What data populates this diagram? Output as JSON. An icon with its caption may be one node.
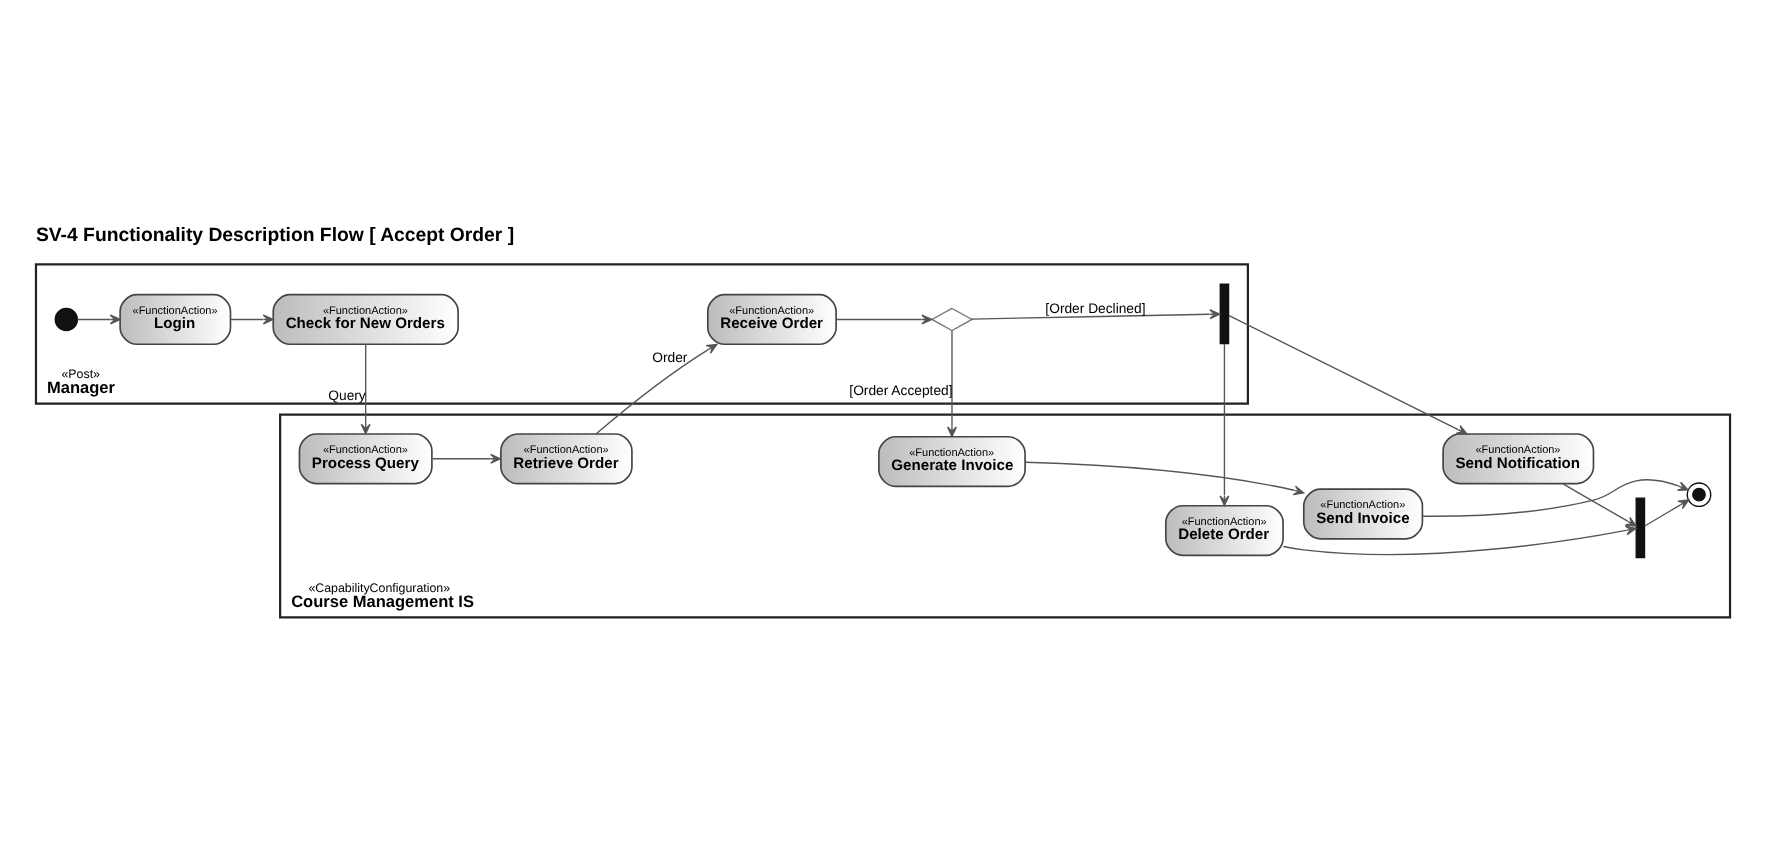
{
  "diagram": {
    "title": "SV-4 Functionality Description Flow [ Accept Order ]",
    "nodes": [
      {
        "text": [
          "«Post»",
          "Manager"
        ]
      },
      {
        "text": [],
        "shape": "circle",
        "in": 0
      },
      {
        "text": [
          "«FunctionAction»",
          "Login"
        ],
        "in": 0
      },
      {
        "text": [
          "«FunctionAction»",
          "Check for New Orders"
        ],
        "in": 0
      },
      {
        "text": [
          "«FunctionAction»",
          "Receive Order"
        ],
        "in": 0
      },
      {
        "text": [],
        "shape": "diamond",
        "in": 0
      },
      {
        "text": [],
        "shape": "bar",
        "in": 0
      },
      {
        "text": [
          "«CapabilityConfiguration»",
          "Course Management IS"
        ]
      },
      {
        "text": [
          "«FunctionAction»",
          "Process Query"
        ],
        "in": 7
      },
      {
        "text": [
          "«FunctionAction»",
          "Retrieve Order"
        ],
        "in": 7
      },
      {
        "text": [
          "«FunctionAction»",
          "Generate Invoice"
        ],
        "in": 7
      },
      {
        "text": [
          "«FunctionAction»",
          "Delete Order"
        ],
        "in": 7
      },
      {
        "text": [
          "«FunctionAction»",
          "Send Notification"
        ],
        "in": 7
      },
      {
        "text": [],
        "shape": "bar",
        "in": 7
      },
      {
        "text": [
          "«FunctionAction»",
          "Send Invoice"
        ],
        "in": 7
      },
      {
        "text": [],
        "shape": "circle",
        "in": 7
      }
    ],
    "edges": [
      {
        "from": 1,
        "to": 2,
        "arrow": "to"
      },
      {
        "from": 2,
        "to": 3,
        "arrow": "to"
      },
      {
        "from": 3,
        "to": 8,
        "arrow": "to",
        "label": "Query"
      },
      {
        "from": 8,
        "to": 9,
        "arrow": "to"
      },
      {
        "from": 9,
        "to": 4,
        "arrow": "to",
        "label": "Order"
      },
      {
        "from": 4,
        "to": 5,
        "arrow": "to"
      },
      {
        "from": 5,
        "to": 6,
        "arrow": "to",
        "label": "[Order Declined]"
      },
      {
        "from": 5,
        "to": 10,
        "arrow": "to",
        "label": "[Order Accepted]"
      },
      {
        "from": 6,
        "to": 11,
        "arrow": "to"
      },
      {
        "from": 6,
        "to": 12,
        "arrow": "to"
      },
      {
        "from": 10,
        "to": 14,
        "arrow": "to"
      },
      {
        "from": 11,
        "to": 13,
        "arrow": "to"
      },
      {
        "from": 12,
        "to": 13,
        "arrow": "to"
      },
      {
        "from": 13,
        "to": 15,
        "arrow": "to"
      },
      {
        "from": 14,
        "to": 15,
        "arrow": "to"
      }
    ]
  }
}
